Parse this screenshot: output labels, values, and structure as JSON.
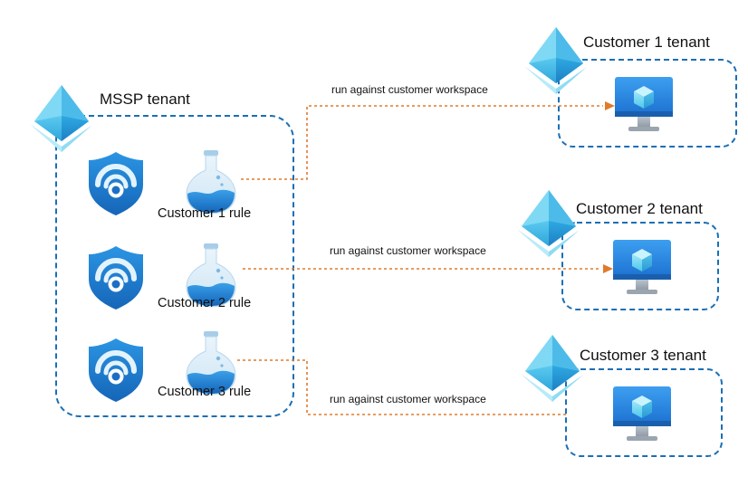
{
  "mssp": {
    "title": "MSSP tenant"
  },
  "customers": [
    {
      "title": "Customer 1 tenant",
      "rule_label": "Customer 1 rule",
      "connection_label": "run against customer workspace"
    },
    {
      "title": "Customer 2 tenant",
      "rule_label": "Customer 2 rule",
      "connection_label": "run against customer workspace"
    },
    {
      "title": "Customer 3 tenant",
      "rule_label": "Customer 3 rule",
      "connection_label": "run against customer workspace"
    }
  ],
  "icons": {
    "tenant": "azure-active-directory-icon",
    "rule_shield": "sentinel-shield-icon",
    "rule_flask": "flask-icon",
    "workspace": "monitor-workspace-icon"
  },
  "colors": {
    "boundary": "#1b6fb5",
    "connector": "#e07b2c",
    "shield": "#1b84d6",
    "monitor": "#2b8de0"
  }
}
